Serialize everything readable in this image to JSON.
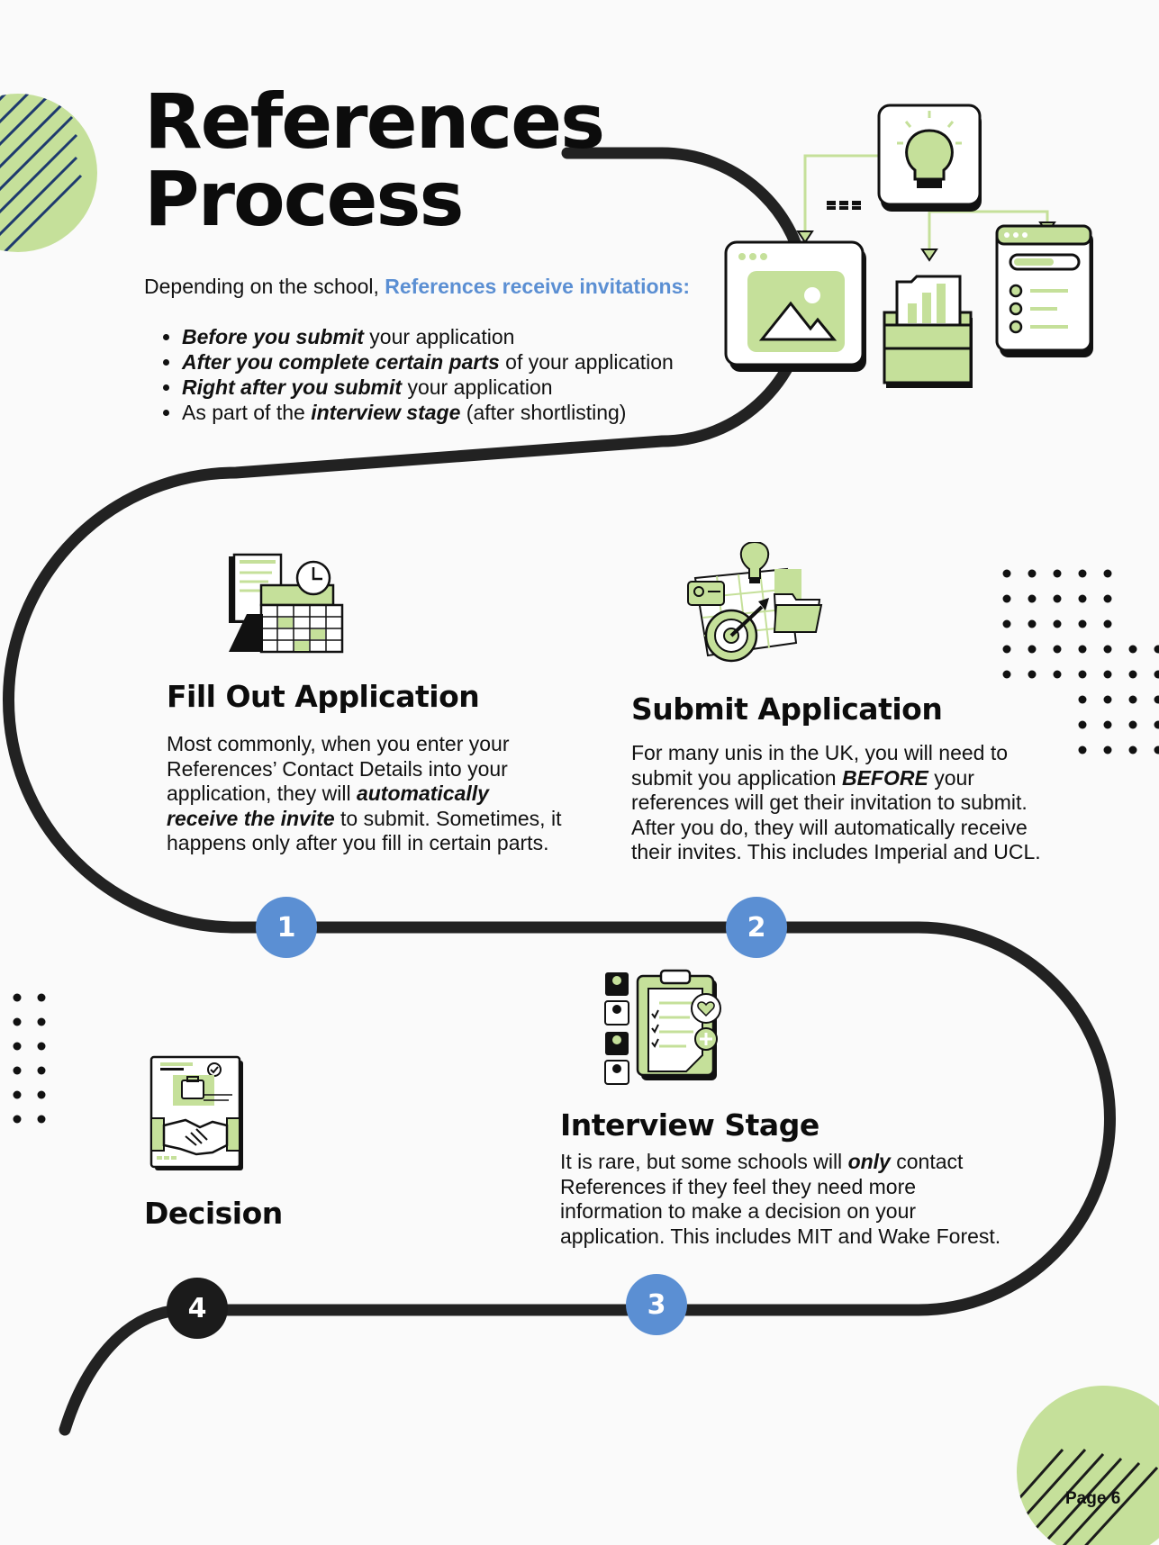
{
  "header": {
    "title_line1": "References",
    "title_line2": "Process"
  },
  "intro": {
    "prefix": "Depending on the school, ",
    "highlight": "References receive invitations:"
  },
  "timings": [
    {
      "em": "Before you submit",
      "rest": " your application"
    },
    {
      "em": "After you complete certain parts",
      "rest": " of your application"
    },
    {
      "em": "Right after you submit",
      "rest": " your application"
    },
    {
      "pre": "As part of the ",
      "em": "interview stage",
      "rest": " (after shortlisting)"
    }
  ],
  "steps": {
    "fill": {
      "title": "Fill Out Application",
      "text1": "Most commonly, when you enter your References’ Contact Details into your application, they will ",
      "em": "automatically receive the invite",
      "text2": " to submit. Sometimes, it happens only after you fill in certain parts."
    },
    "submit": {
      "title": "Submit Application",
      "text1": "For many unis in the UK, you will need to submit you application ",
      "em": "BEFORE",
      "text2": " your references will get their invitation to submit. After you do, they will automatically receive their invites. This includes Imperial and UCL."
    },
    "interview": {
      "title": "Interview Stage",
      "text1": "It is rare, but some schools will ",
      "em": "only",
      "text2": " contact References if they feel they need more information to make a decision on your application. This includes MIT and Wake Forest."
    },
    "decision": {
      "title": "Decision"
    }
  },
  "markers": [
    "1",
    "2",
    "3",
    "4"
  ],
  "footer": {
    "page": "Page 6"
  },
  "colors": {
    "accent_green": "#c5e09a",
    "accent_blue": "#5b8fd3",
    "ink": "#1b1b1b"
  }
}
